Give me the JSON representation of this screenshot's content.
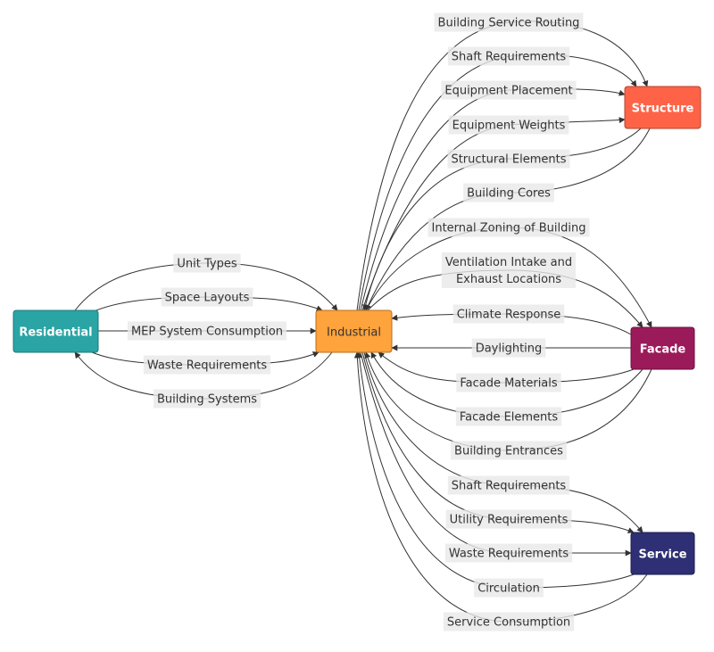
{
  "nodes": [
    {
      "id": "residential",
      "label": "Residential",
      "fill": "#2aa4a4",
      "stroke": "#1f7a7a",
      "text": "#ffffff",
      "bold": true
    },
    {
      "id": "industrial",
      "label": "Industrial",
      "fill": "#ffa33c",
      "stroke": "#b86e1a",
      "text": "#333333",
      "bold": false
    },
    {
      "id": "structure",
      "label": "Structure",
      "fill": "#ff6347",
      "stroke": "#b5412d",
      "text": "#ffffff",
      "bold": true
    },
    {
      "id": "facade",
      "label": "Facade",
      "fill": "#9b1b5a",
      "stroke": "#6b1240",
      "text": "#ffffff",
      "bold": true
    },
    {
      "id": "service",
      "label": "Service",
      "fill": "#2e2f74",
      "stroke": "#1d1e4e",
      "text": "#ffffff",
      "bold": true
    }
  ],
  "edges": [
    {
      "from": "residential",
      "to": "industrial",
      "label": "Unit Types"
    },
    {
      "from": "residential",
      "to": "industrial",
      "label": "Space Layouts"
    },
    {
      "from": "residential",
      "to": "industrial",
      "label": "MEP System Consumption"
    },
    {
      "from": "residential",
      "to": "industrial",
      "label": "Waste Requirements"
    },
    {
      "from": "industrial",
      "to": "residential",
      "label": "Building Systems"
    },
    {
      "from": "industrial",
      "to": "structure",
      "label": "Building Service Routing"
    },
    {
      "from": "industrial",
      "to": "structure",
      "label": "Shaft Requirements"
    },
    {
      "from": "industrial",
      "to": "structure",
      "label": "Equipment Placement"
    },
    {
      "from": "industrial",
      "to": "structure",
      "label": "Equipment Weights"
    },
    {
      "from": "structure",
      "to": "industrial",
      "label": "Structural Elements"
    },
    {
      "from": "structure",
      "to": "industrial",
      "label": "Building Cores"
    },
    {
      "from": "industrial",
      "to": "facade",
      "label": "Internal Zoning of Building"
    },
    {
      "from": "industrial",
      "to": "facade",
      "label": "Ventilation Intake and\nExhaust Locations"
    },
    {
      "from": "facade",
      "to": "industrial",
      "label": "Climate Response"
    },
    {
      "from": "facade",
      "to": "industrial",
      "label": "Daylighting"
    },
    {
      "from": "facade",
      "to": "industrial",
      "label": "Facade Materials"
    },
    {
      "from": "facade",
      "to": "industrial",
      "label": "Facade Elements"
    },
    {
      "from": "facade",
      "to": "industrial",
      "label": "Building Entrances"
    },
    {
      "from": "industrial",
      "to": "service",
      "label": "Shaft Requirements"
    },
    {
      "from": "industrial",
      "to": "service",
      "label": "Utility Requirements"
    },
    {
      "from": "industrial",
      "to": "service",
      "label": "Waste Requirements"
    },
    {
      "from": "service",
      "to": "industrial",
      "label": "Circulation"
    },
    {
      "from": "service",
      "to": "industrial",
      "label": "Service Consumption"
    }
  ]
}
